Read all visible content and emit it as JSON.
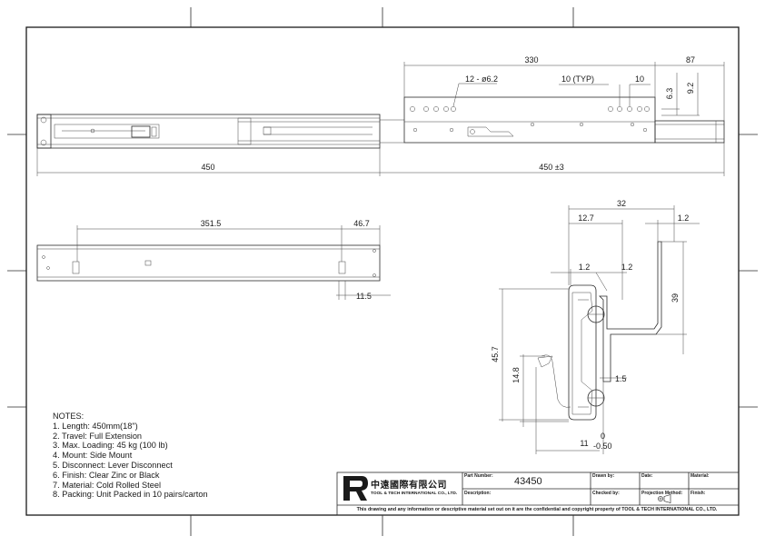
{
  "dimensions": {
    "top_330": "330",
    "top_87": "87",
    "holes": "12 - ø6.2",
    "pitch": "10 (TYP)",
    "d10": "10",
    "d63": "6.3",
    "d92": "9.2",
    "len450": "450",
    "travel": "450 ±3",
    "d3515": "351.5",
    "d467": "46.7",
    "d115": "11.5",
    "w32": "32",
    "w127": "12.7",
    "w12a": "1.2",
    "w12b": "1.2",
    "w12c": "1.2",
    "h39": "39",
    "h457": "45.7",
    "h148": "14.8",
    "w15": "1.5",
    "w11": "11",
    "tol_up": "0",
    "tol_dn": "-0.50"
  },
  "notes": {
    "title": "NOTES:",
    "items": [
      "1. Length: 450mm(18\")",
      "2. Travel: Full Extension",
      "3. Max. Loading: 45 kg (100 lb)",
      "4. Mount: Side Mount",
      "5. Disconnect: Lever Disconnect",
      "6. Finish: Clear Zinc or Black",
      "7. Material: Cold Rolled Steel",
      "8. Packing: Unit Packed in 10 pairs/carton"
    ]
  },
  "title_block": {
    "company_cn": "中遠國際有限公司",
    "company_en": "TOOL & TECH INTERNATIONAL CO., LTD.",
    "part_number_label": "Part Number:",
    "part_number": "43450",
    "description_label": "Description:",
    "drawn_by_label": "Drawn by:",
    "checked_by_label": "Checked by:",
    "date_label": "Date:",
    "projection_label": "Projection Method:",
    "material_label": "Material:",
    "finish_label": "Finish:",
    "disclaimer": "This drawing and any information or descriptive material set out on it are the confidential and copyright property of TOOL & TECH INTERNATIONAL CO., LTD."
  }
}
